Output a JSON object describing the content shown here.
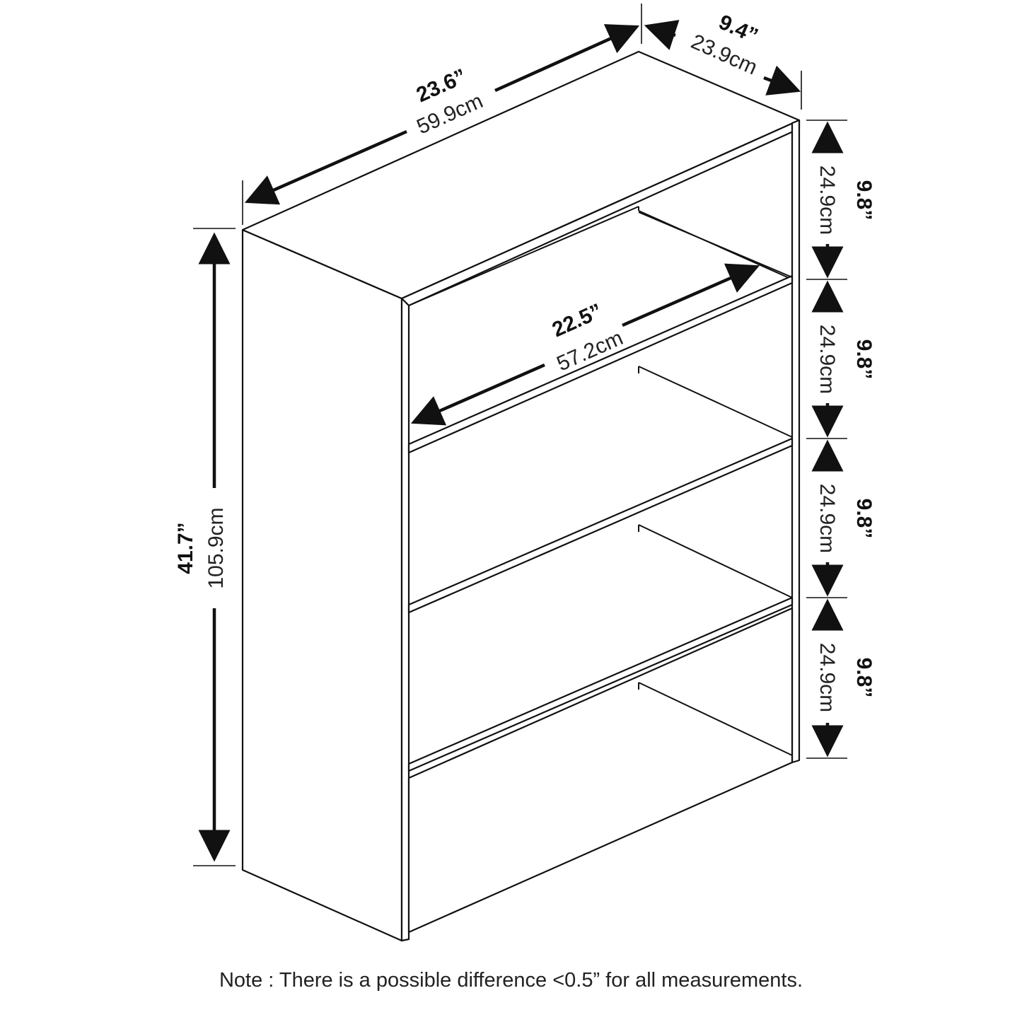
{
  "dimensions": {
    "width": {
      "inch": "23.6”",
      "cm": "59.9cm"
    },
    "depth": {
      "inch": "9.4”",
      "cm": "23.9cm"
    },
    "height": {
      "inch": "41.7”",
      "cm": "105.9cm"
    },
    "inner_width": {
      "inch": "22.5”",
      "cm": "57.2cm"
    },
    "shelf_gaps": [
      {
        "inch": "9.8”",
        "cm": "24.9cm"
      },
      {
        "inch": "9.8”",
        "cm": "24.9cm"
      },
      {
        "inch": "9.8”",
        "cm": "24.9cm"
      },
      {
        "inch": "9.8”",
        "cm": "24.9cm"
      }
    ]
  },
  "note": "Note : There is a possible difference <0.5” for all measurements."
}
